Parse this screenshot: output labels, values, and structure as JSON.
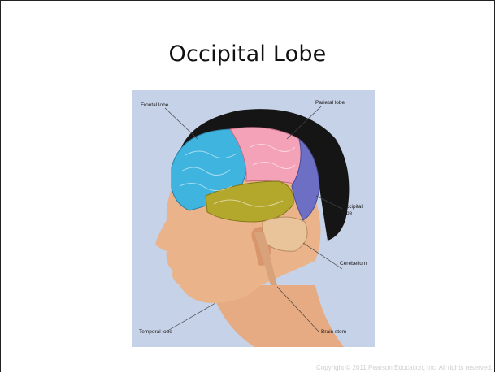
{
  "slide": {
    "title": "Occipital Lobe",
    "copyright": "Copyright © 2011 Pearson Education, Inc. All rights reserved."
  },
  "figure": {
    "labels": {
      "frontal": "Frontal lobe",
      "parietal": "Parietal lobe",
      "occipital_line1": "Occipital",
      "occipital_line2": "lobe",
      "cerebellum": "Cerebellum",
      "temporal": "Temporal lobe",
      "brain_stem": "Brain stem"
    }
  }
}
